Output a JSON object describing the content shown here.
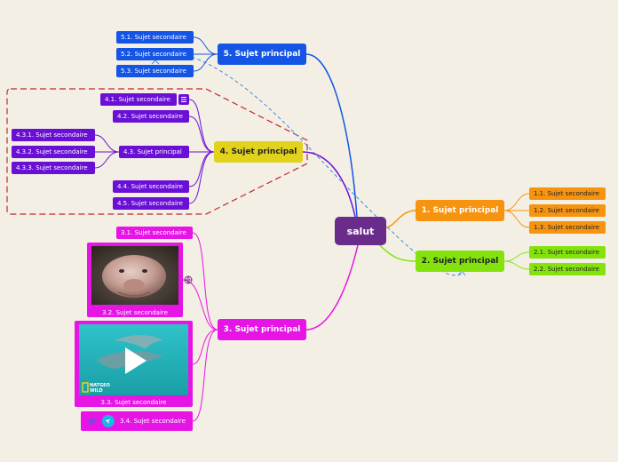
{
  "center": {
    "label": "salut"
  },
  "branch1": {
    "label": "1. Sujet principal",
    "color": "#f7940f",
    "children": [
      "1.1. Sujet secondaire",
      "1.2. Sujet secondaire",
      "1.3. Sujet secondaire"
    ]
  },
  "branch2": {
    "label": "2. Sujet principal",
    "color": "#84e30c",
    "children": [
      "2.1. Sujet secondaire",
      "2.2. Sujet secondaire"
    ]
  },
  "branch3": {
    "label": "3. Sujet principal",
    "color": "#e714e6",
    "children": [
      "3.1. Sujet secondaire",
      "3.2. Sujet secondaire",
      "3.3. Sujet secondaire",
      "3.4. Sujet secondaire"
    ],
    "video_badge": "NATGEO WILD"
  },
  "branch4": {
    "label": "4. Sujet principal",
    "color": "#e3d21c",
    "subcolor": "#6a0fd6",
    "children": [
      "4.1. Sujet secondaire",
      "4.2. Sujet secondaire",
      "4.3. Sujet principal",
      "4.4. Sujet secondaire",
      "4.5. Sujet secondaire"
    ],
    "grandchildren": [
      "4.3.1. Sujet secondaire",
      "4.3.2. Sujet secondaire",
      "4.3.3. Sujet secondaire"
    ]
  },
  "branch5": {
    "label": "5. Sujet principal",
    "color": "#1555e6",
    "children": [
      "5.1. Sujet secondaire",
      "5.2. Sujet secondaire",
      "5.3. Sujet secondaire"
    ]
  },
  "boundary_color": "#c0282e",
  "relation_color": "#3a8ee0"
}
